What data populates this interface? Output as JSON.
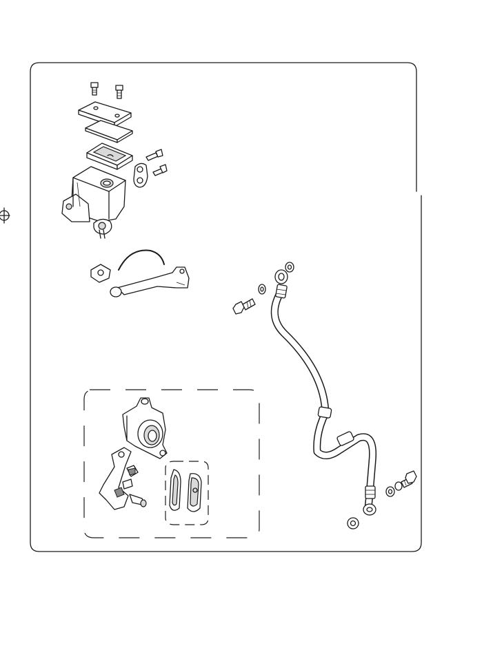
{
  "diagram": {
    "type": "exploded-parts-view",
    "background": "#ffffff",
    "line_color": "#1a1a1a",
    "shade_color": "#d9d9d9",
    "parts": [
      "master-cylinder-cap-screws",
      "master-cylinder-reservoir-cap",
      "cap-plate",
      "diaphragm",
      "master-cylinder-body",
      "master-cylinder-clamp",
      "clamp-bolts",
      "brake-lever",
      "lever-pivot-gasket",
      "brake-hose",
      "banjo-bolts",
      "sealing-washers",
      "brake-caliper-assembly",
      "caliper-bracket",
      "brake-pads"
    ]
  }
}
